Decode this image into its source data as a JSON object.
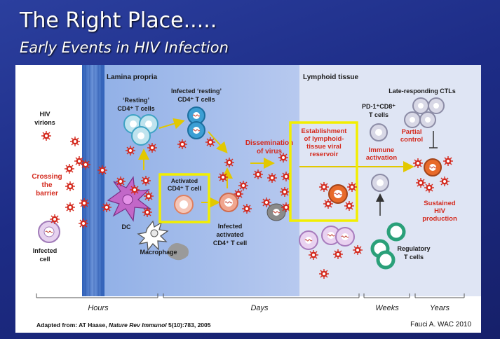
{
  "slide": {
    "title": "The Right Place.....",
    "subtitle": "Early Events in HIV Infection"
  },
  "diagram": {
    "regions": {
      "lamina_propria": "Lamina propria",
      "lymphoid_tissue": "Lymphoid tissue"
    },
    "labels": {
      "hiv_virions_1": "HIV",
      "hiv_virions_2": "virions",
      "crossing_1": "Crossing",
      "crossing_2": "the",
      "crossing_3": "barrier",
      "infected_cell_1": "Infected",
      "infected_cell_2": "cell",
      "dc": "DC",
      "macrophage": "Macrophage",
      "resting_1": "‘Resting’",
      "resting_2": "CD4⁺ T cells",
      "infected_resting_1": "Infected ‘resting’",
      "infected_resting_2": "CD4⁺ T cells",
      "activated_1": "Activated",
      "activated_2": "CD4⁺ T cell",
      "infected_activated_1": "Infected",
      "infected_activated_2": "activated",
      "infected_activated_3": "CD4⁺ T cell",
      "dissemination_1": "Dissemination",
      "dissemination_2": "of virus",
      "establishment_1": "Establishment",
      "establishment_2": "of lymphoid-",
      "establishment_3": "tissue viral",
      "establishment_4": "reservoir",
      "pd1_1": "PD-1⁺CD8⁺",
      "pd1_2": "T cells",
      "immune_1": "Immune",
      "immune_2": "activation",
      "late_ctl": "Late-responding CTLs",
      "partial_1": "Partial",
      "partial_2": "control",
      "sustained_1": "Sustained",
      "sustained_2": "HIV",
      "sustained_3": "production",
      "regulatory_1": "Regulatory",
      "regulatory_2": "T cells"
    },
    "timeline": {
      "hours": "Hours",
      "days": "Days",
      "weeks": "Weeks",
      "years": "Years"
    },
    "source": {
      "prefix": "Adapted from: AT Haase, ",
      "journal": "Nature Rev Immunol",
      "suffix": " 5(10):783, 2005"
    },
    "credit": "Fauci A. WAC 2010",
    "colors": {
      "lamina_propria_bg": "#aac0ec",
      "lymphoid_bg": "#dfe5f4",
      "highlight_box": "#f2ee00",
      "label_red": "#d42a1e",
      "arrow_yellow": "#e2c800",
      "virion_red": "#d42a1e"
    }
  }
}
